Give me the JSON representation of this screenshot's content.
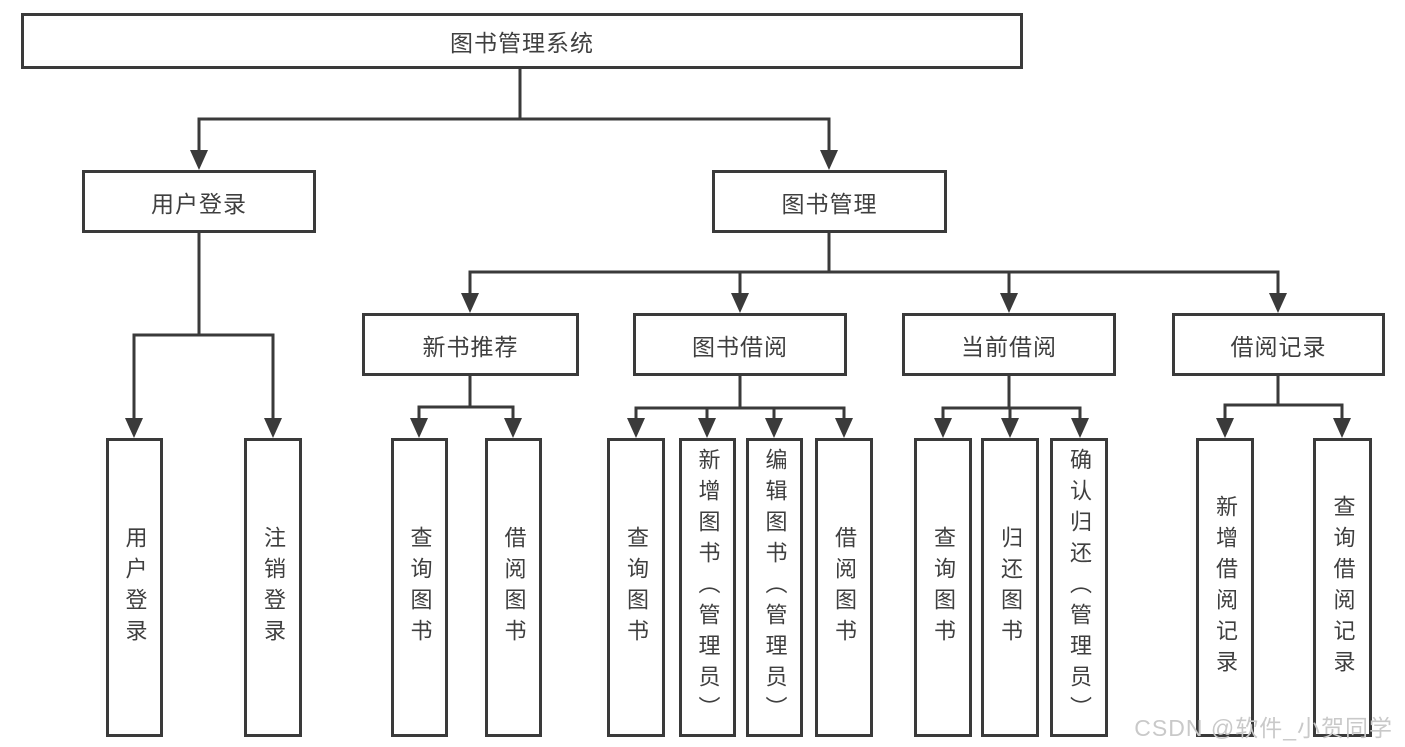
{
  "diagram": {
    "title": "图书管理系统",
    "level1": {
      "user_login": "用户登录",
      "book_management": "图书管理"
    },
    "level2": {
      "new_book_recommend": "新书推荐",
      "book_borrowing": "图书借阅",
      "current_borrowing": "当前借阅",
      "borrowing_records": "借阅记录"
    },
    "leaves": {
      "user_login": [
        "用户登录",
        "注销登录"
      ],
      "new_book_recommend": [
        "查询图书",
        "借阅图书"
      ],
      "book_borrowing": [
        "查询图书",
        "新增图书（管理员）",
        "编辑图书（管理员）",
        "借阅图书"
      ],
      "current_borrowing": [
        "查询图书",
        "归还图书",
        "确认归还（管理员）"
      ],
      "borrowing_records": [
        "新增借阅记录",
        "查询借阅记录"
      ]
    }
  },
  "watermark": "CSDN @软件_小贺同学",
  "colors": {
    "line": "#3a3a3a",
    "text": "#3f3f3f",
    "watermark": "#c9c9c9",
    "background": "#ffffff"
  }
}
